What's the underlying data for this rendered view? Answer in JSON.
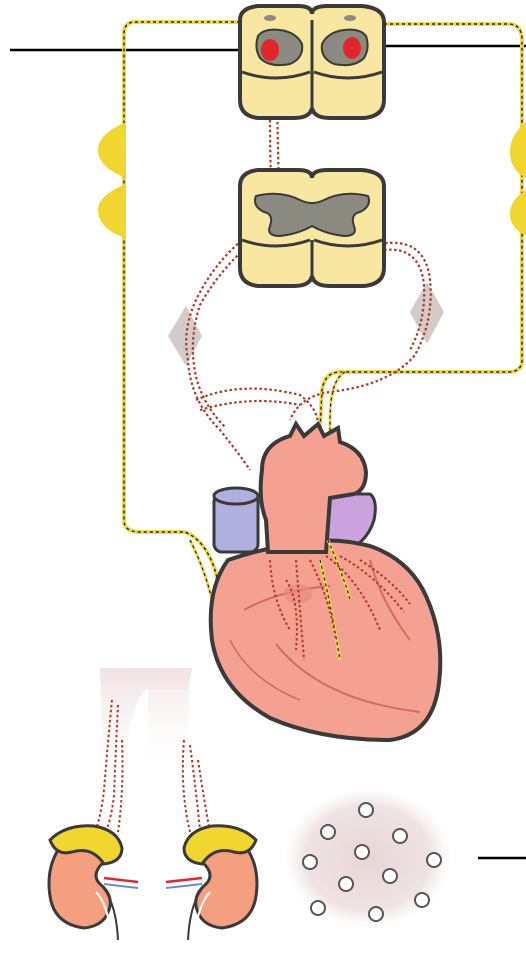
{
  "diagram": {
    "labels": [],
    "leader_lines": [
      "left-spinal-label-line",
      "right-spinal-label-line",
      "right-blood-label-line"
    ],
    "colors": {
      "spinal_cord_fill": "#f7e7a0",
      "spinal_cord_stroke": "#3a3a3a",
      "grey_matter": "#8a8a80",
      "nucleus_red": "#e0262a",
      "nerve_yellow": "#f0d84a",
      "nerve_red": "#b0382a",
      "ganglion_yellow": "#f2d630",
      "ganglion_grey": "#d2cbc8",
      "heart_fill": "#f4a192",
      "heart_stroke": "#3a3a3a",
      "vein_blue": "#b0b0e0",
      "vessel_purple": "#c9a2de",
      "kidney_fill": "#f4a080",
      "adrenal_yellow": "#f2d630",
      "blood_halo": "#ead9da",
      "cell_fill": "#ffffff"
    },
    "icons": [
      "spinal-cord-segment",
      "heart",
      "kidney",
      "adrenal-gland",
      "blood-cell"
    ]
  }
}
